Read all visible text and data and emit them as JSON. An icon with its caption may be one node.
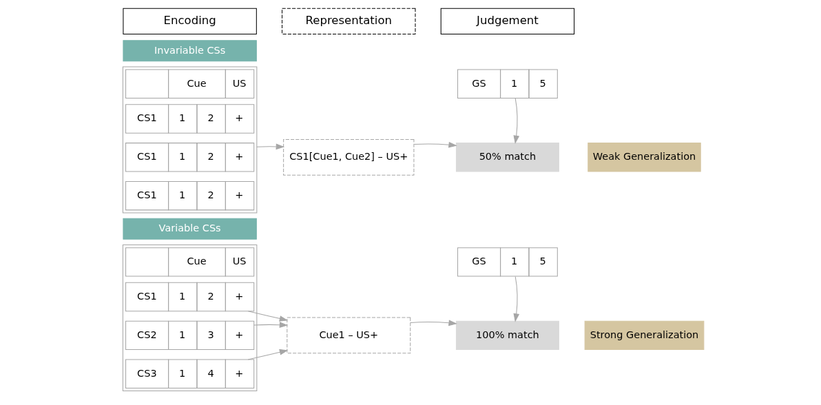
{
  "diagram": {
    "nodes": [
      {
        "text": [
          "Encoding"
        ]
      },
      {
        "text": [
          "Representation"
        ]
      },
      {
        "text": [
          "Judgement"
        ]
      },
      {
        "text": [
          "Invariable CSs"
        ]
      },
      {
        "text": [],
        "shape": "table"
      },
      {
        "text": [
          "Cue",
          "US"
        ],
        "in": 4
      },
      {
        "text": [
          "CS1",
          "1",
          "2",
          "+"
        ],
        "in": 4
      },
      {
        "text": [
          "CS1",
          "1",
          "2",
          "+"
        ],
        "in": 4
      },
      {
        "text": [
          "CS1",
          "1",
          "2",
          "+"
        ],
        "in": 4
      },
      {
        "text": [
          "Variable CSs"
        ]
      },
      {
        "text": [],
        "shape": "table"
      },
      {
        "text": [
          "Cue",
          "US"
        ],
        "in": 10
      },
      {
        "text": [
          "CS1",
          "1",
          "2",
          "+"
        ],
        "in": 10
      },
      {
        "text": [
          "CS2",
          "1",
          "3",
          "+"
        ],
        "in": 10
      },
      {
        "text": [
          "CS3",
          "1",
          "4",
          "+"
        ],
        "in": 10
      },
      {
        "text": [
          "CS1[Cue1, Cue2] – US+"
        ]
      },
      {
        "text": [
          "GS",
          "1",
          "5"
        ]
      },
      {
        "text": [
          "50% match"
        ]
      },
      {
        "text": [
          "Weak Generalization"
        ]
      },
      {
        "text": [
          "Cue1 – US+"
        ]
      },
      {
        "text": [
          "GS",
          "1",
          "5"
        ]
      },
      {
        "text": [
          "100% match"
        ]
      },
      {
        "text": [
          "Strong Generalization"
        ]
      }
    ],
    "edges": [
      {
        "from": 4,
        "to": 15,
        "arrow": "to"
      },
      {
        "from": 15,
        "to": 17,
        "arrow": "to"
      },
      {
        "from": 16,
        "to": 17,
        "arrow": "to"
      },
      {
        "from": 12,
        "to": 19,
        "arrow": "to"
      },
      {
        "from": 13,
        "to": 19,
        "arrow": "to"
      },
      {
        "from": 14,
        "to": 19,
        "arrow": "to"
      },
      {
        "from": 19,
        "to": 21,
        "arrow": "to"
      },
      {
        "from": 20,
        "to": 21,
        "arrow": "to"
      }
    ]
  }
}
